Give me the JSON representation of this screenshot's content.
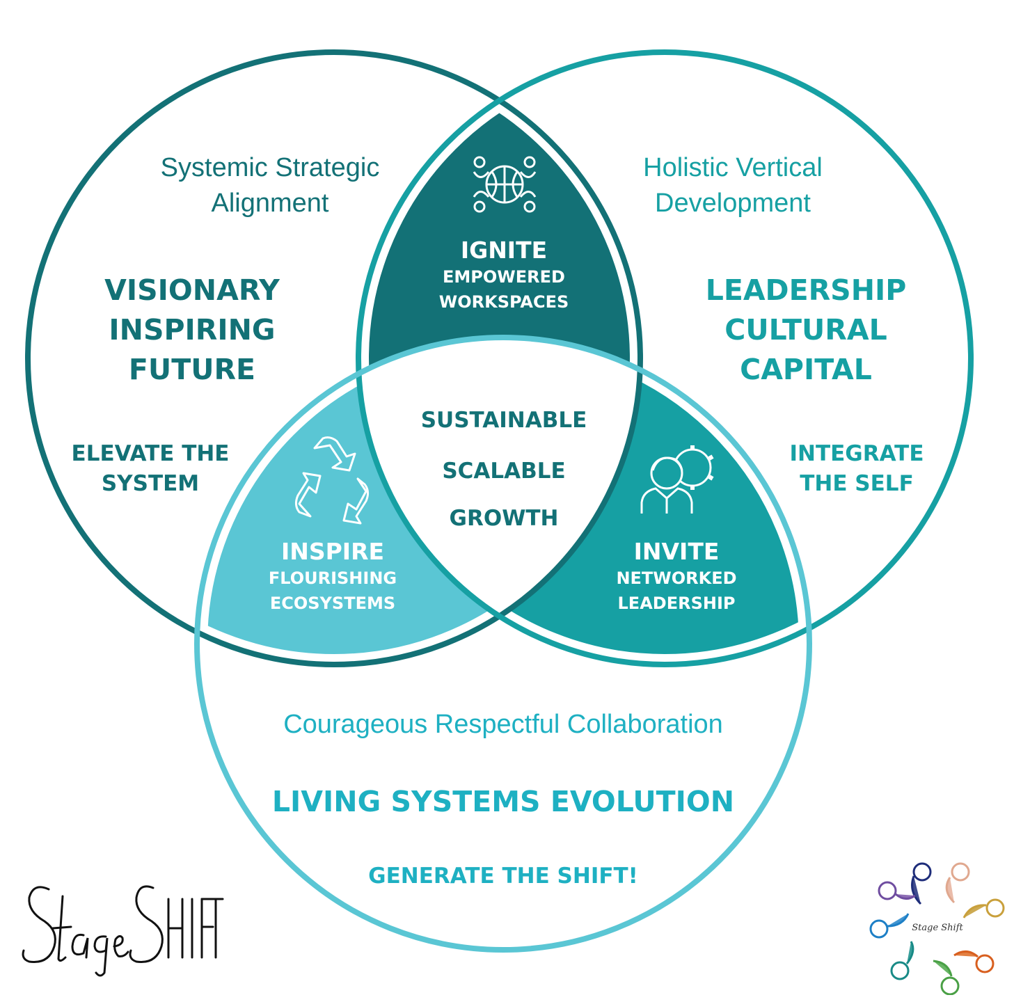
{
  "colors": {
    "dark_teal": "#137176",
    "teal": "#16a0a3",
    "light_teal": "#5ac6d4",
    "text_light": "#1eb0c2",
    "white": "#ffffff"
  },
  "left_circle": {
    "subtitle_line1": "Systemic Strategic",
    "subtitle_line2": "Alignment",
    "title_line1": "VISIONARY",
    "title_line2": "INSPIRING",
    "title_line3": "FUTURE",
    "action_line1": "ELEVATE THE",
    "action_line2": "SYSTEM"
  },
  "right_circle": {
    "subtitle_line1": "Holistic Vertical",
    "subtitle_line2": "Development",
    "title_line1": "LEADERSHIP",
    "title_line2": "CULTURAL",
    "title_line3": "CAPITAL",
    "action_line1": "INTEGRATE",
    "action_line2": "THE SELF"
  },
  "bottom_circle": {
    "subtitle": "Courageous Respectful Collaboration",
    "title": "LIVING SYSTEMS EVOLUTION",
    "action": "GENERATE THE SHIFT!"
  },
  "intersections": {
    "top": {
      "heading": "IGNITE",
      "line1": "EMPOWERED",
      "line2": "WORKSPACES",
      "icon": "team-basketball-icon"
    },
    "left": {
      "heading": "INSPIRE",
      "line1": "FLOURISHING",
      "line2": "ECOSYSTEMS",
      "icon": "recycle-icon"
    },
    "right": {
      "heading": "INVITE",
      "line1": "NETWORKED",
      "line2": "LEADERSHIP",
      "icon": "person-gear-icon"
    }
  },
  "center": {
    "line1": "SUSTAINABLE",
    "line2": "SCALABLE",
    "line3": "GROWTH"
  },
  "logo": {
    "wordmark": "Stage SHIFT",
    "mark_text": "Stage Shift"
  }
}
